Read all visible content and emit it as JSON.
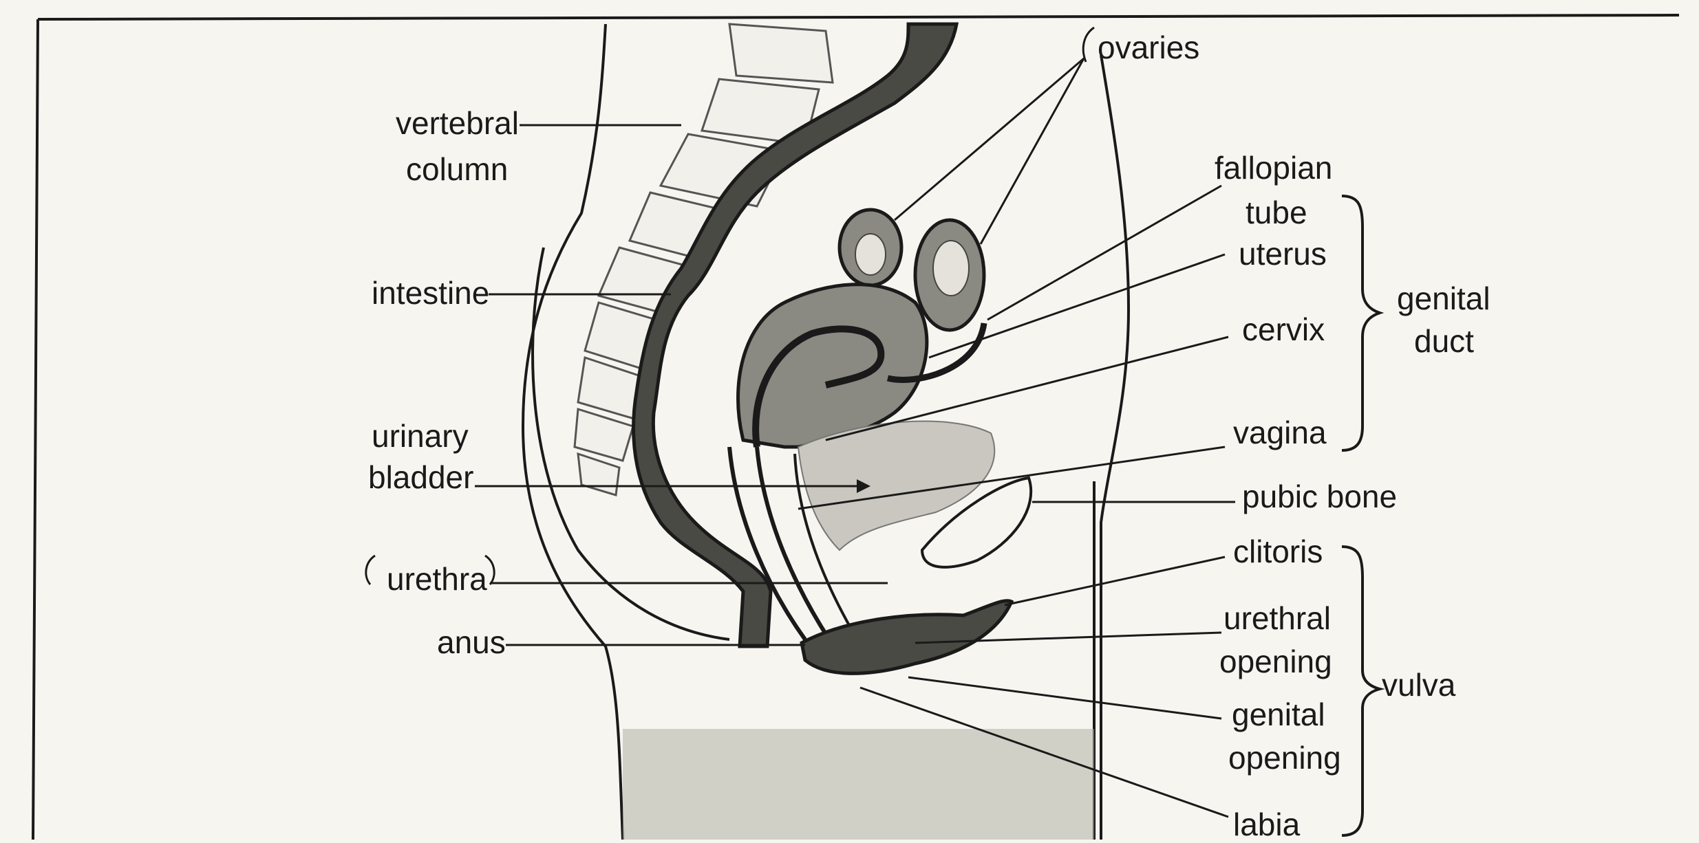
{
  "diagram": {
    "labels": {
      "vertebral_column": [
        "vertebral",
        "column"
      ],
      "intestine": "intestine",
      "urinary_bladder": [
        "urinary",
        "bladder"
      ],
      "urethra": "urethra",
      "anus": "anus",
      "ovaries": "ovaries",
      "fallopian_tube": [
        "fallopian",
        "tube"
      ],
      "uterus": "uterus",
      "cervix": "cervix",
      "vagina": "vagina",
      "pubic_bone": "pubic bone",
      "clitoris": "clitoris",
      "urethral_opening": [
        "urethral",
        "opening"
      ],
      "genital_opening": [
        "genital",
        "opening"
      ],
      "labia": "labia",
      "genital_duct": [
        "genital",
        "duct"
      ],
      "vulva": "vulva"
    },
    "colors": {
      "ink": "#1a1a1a",
      "paper": "#f7f5f0",
      "tissue_dark": "#4a4a44",
      "tissue_mid": "#8a8a82",
      "tissue_light": "#c9c7bf"
    }
  }
}
